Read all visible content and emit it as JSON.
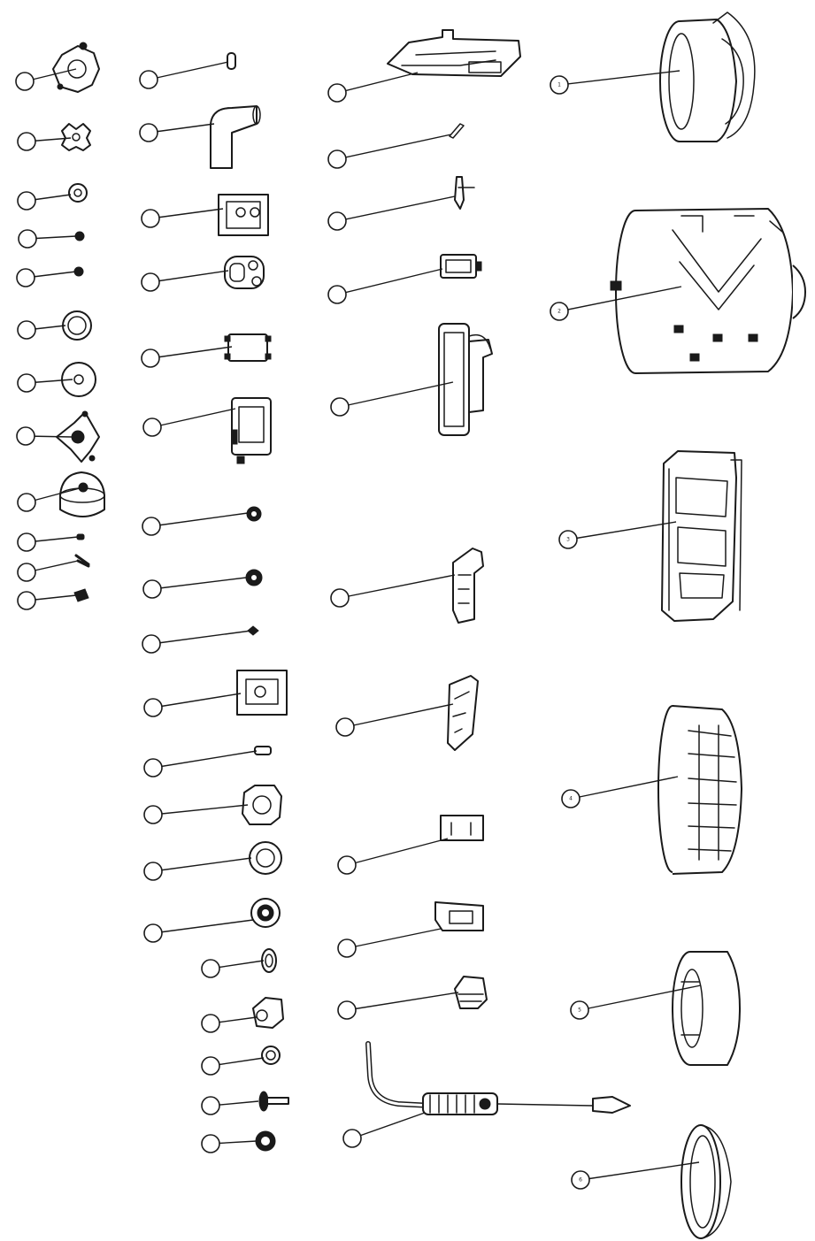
{
  "callout_labels": {
    "c1": "1",
    "c2": "2",
    "c3": "3",
    "c4": "4",
    "c5": "5",
    "c6": "6"
  },
  "colors": {
    "line": "#1a1a1a",
    "background": "#ffffff"
  }
}
